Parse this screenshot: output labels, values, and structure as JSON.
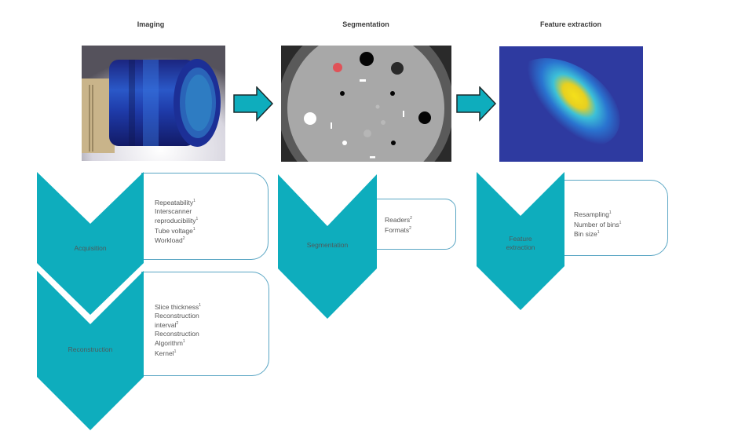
{
  "colors": {
    "teal": "#0eadbd",
    "box_border": "#5aa6c4",
    "label_text": "#4d5a5c"
  },
  "columns": [
    {
      "title": "Imaging",
      "image": "ct-phantom-photo",
      "steps": [
        {
          "label": "Acquisition",
          "details": [
            {
              "text": "Repeatability",
              "ref": "1"
            },
            {
              "text": "Interscanner",
              "ref": ""
            },
            {
              "text": "reproducibility",
              "ref": "1"
            },
            {
              "text": "Tube voltage",
              "ref": "1"
            },
            {
              "text": "Workload",
              "ref": "2"
            }
          ]
        },
        {
          "label": "Reconstruction",
          "details": [
            {
              "text": "Slice thickness",
              "ref": "1"
            },
            {
              "text": "Reconstruction",
              "ref": ""
            },
            {
              "text": "interval",
              "ref": "2"
            },
            {
              "text": "Reconstruction",
              "ref": ""
            },
            {
              "text": "Algorithm",
              "ref": "1"
            },
            {
              "text": "Kernel",
              "ref": "1"
            }
          ]
        }
      ]
    },
    {
      "title": "Segmentation",
      "image": "ct-slice-segmentation",
      "steps": [
        {
          "label": "Segmentation",
          "details": [
            {
              "text": "Readers",
              "ref": "2"
            },
            {
              "text": "Formats",
              "ref": "2"
            }
          ]
        }
      ]
    },
    {
      "title": "Feature extraction",
      "image": "feature-heatmap",
      "steps": [
        {
          "label_lines": [
            "Feature",
            "extraction"
          ],
          "details": [
            {
              "text": "Resampling",
              "ref": "1"
            },
            {
              "text": "Number of bins",
              "ref": "1"
            },
            {
              "text": "Bin size",
              "ref": "1"
            }
          ]
        }
      ]
    }
  ]
}
